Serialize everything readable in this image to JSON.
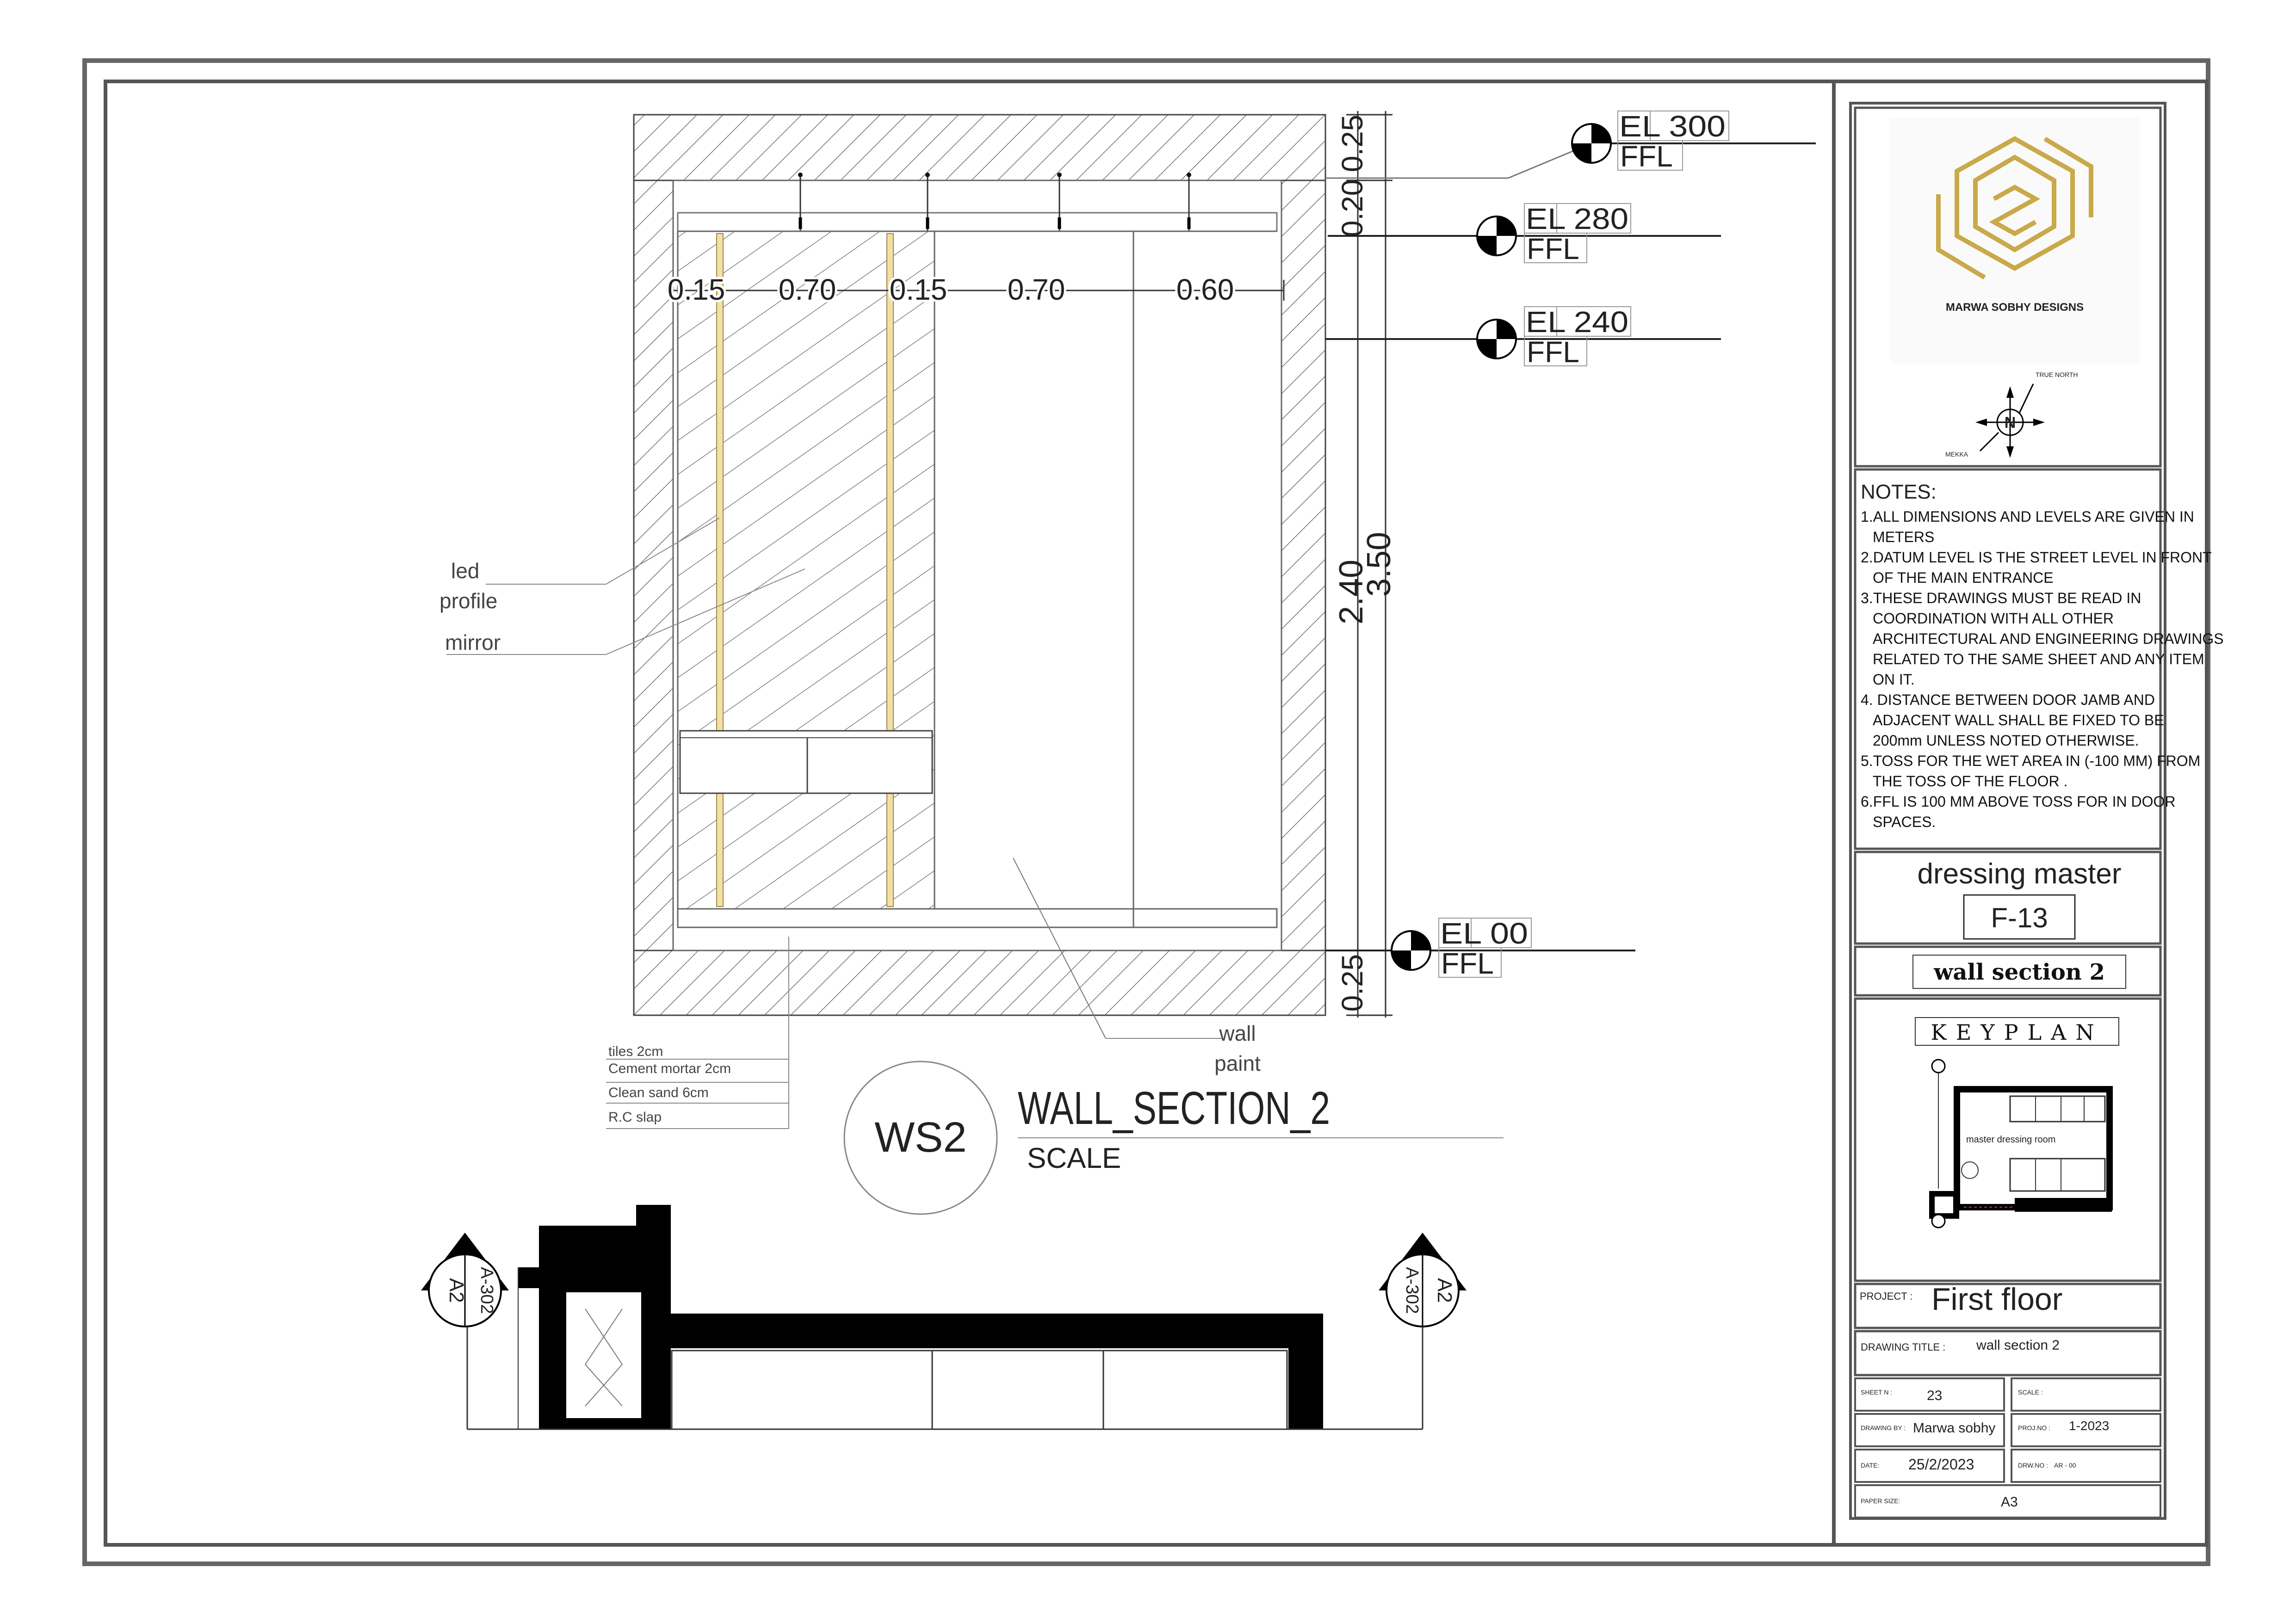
{
  "elevation_markers": [
    {
      "level": "EL 300",
      "ref": "FFL"
    },
    {
      "level": "EL 280",
      "ref": "FFL"
    },
    {
      "level": "EL 240",
      "ref": "FFL"
    },
    {
      "level": "EL 00",
      "ref": "FFL"
    }
  ],
  "dimensions": {
    "horizontal": [
      "0.15",
      "0.70",
      "0.15",
      "0.70",
      "0.60"
    ],
    "vertical_top": "0.25",
    "vertical_upper": "0.20",
    "vertical_middle": "2.40",
    "vertical_total": "3.50",
    "vertical_bottom": "0.25"
  },
  "labels": {
    "led": "led",
    "profile": "profile",
    "mirror": "mirror",
    "wall": "wall",
    "paint": "paint"
  },
  "floor_layers": [
    "tiles 2cm",
    "Cement mortar 2cm",
    "Clean sand 6cm",
    "R.C slap"
  ],
  "section_title": {
    "tag": "WS2",
    "name": "WALL_SECTION_2",
    "scale": "SCALE"
  },
  "section_markers": {
    "left": {
      "code": "A-302",
      "id": "A2"
    },
    "right": {
      "code": "A-302",
      "id": "A2"
    }
  },
  "title_block": {
    "company": "MARWA SOBHY DESIGNS",
    "compass": {
      "true_north": "TRUE NORTH",
      "mekka": "MEKKA",
      "n": "N"
    },
    "notes_heading": "NOTES:",
    "notes": [
      [
        "1.ALL DIMENSIONS AND LEVELS ARE GIVEN IN",
        "METERS"
      ],
      [
        "2.DATUM LEVEL IS THE STREET LEVEL IN FRONT",
        "OF THE MAIN ENTRANCE"
      ],
      [
        "3.THESE DRAWINGS MUST BE READ IN",
        "COORDINATION WITH ALL OTHER",
        "ARCHITECTURAL AND ENGINEERING DRAWINGS",
        "RELATED TO THE SAME SHEET AND ANY ITEM",
        "ON IT."
      ],
      [
        "4. DISTANCE BETWEEN DOOR JAMB AND",
        "ADJACENT WALL SHALL BE FIXED TO BE",
        "200mm UNLESS NOTED OTHERWISE."
      ],
      [
        "5.TOSS FOR THE WET AREA IN (-100 MM) FROM",
        "THE TOSS OF THE FLOOR ."
      ],
      [
        "6.FFL IS 100 MM ABOVE TOSS FOR IN DOOR",
        "SPACES."
      ]
    ],
    "room": "dressing master",
    "room_code": "F-13",
    "sheet_title": "wall section 2",
    "keyplan_title": "KEYPLAN",
    "keyplan_room": "master dressing room",
    "project_label": "PROJECT :",
    "project": "First floor",
    "drawing_title_label": "DRAWING TITLE :",
    "drawing_title": "wall section 2",
    "sheet_no_label": "SHEET N :",
    "sheet_no": "23",
    "scale_label": "SCALE :",
    "drawn_by_label": "DRAWING BY :",
    "drawn_by": "Marwa sobhy",
    "proj_no_label": "PROJ.NO :",
    "proj_no": "1-2023",
    "date_label": "DATE:",
    "date": "25/2/2023",
    "drw_no_label": "DRW.NO :",
    "drw_no": "AR - 00",
    "paper_size_label": "PAPER SIZE:",
    "paper_size": "A3"
  }
}
